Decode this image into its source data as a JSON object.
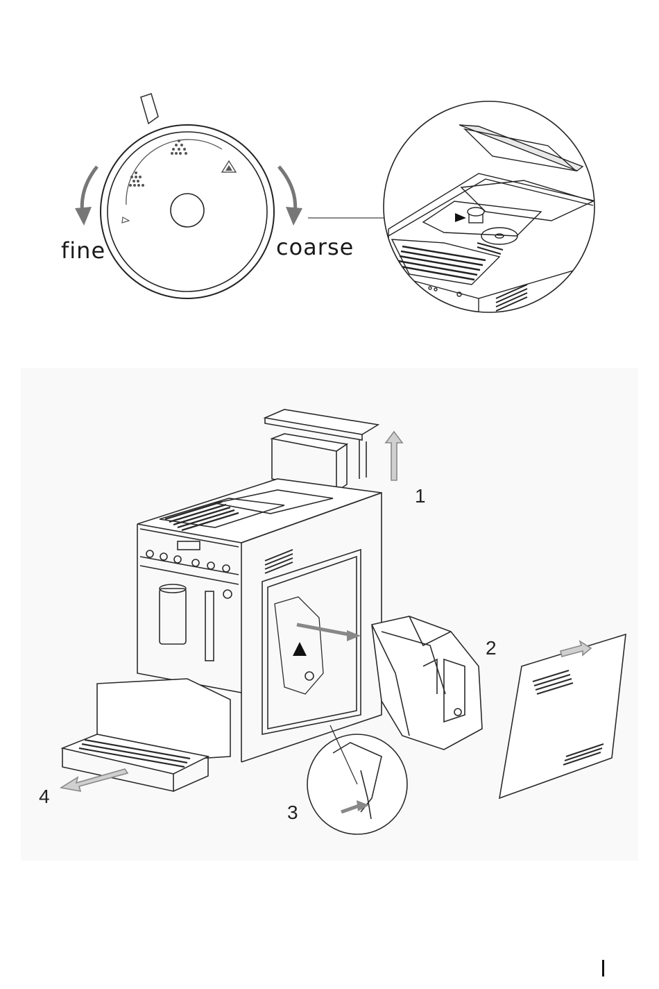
{
  "grind_dial": {
    "fine_label": "fine",
    "coarse_label": "coarse"
  },
  "removal_steps": {
    "step_1": "1",
    "step_2": "2",
    "step_3": "3",
    "step_4": "4"
  }
}
